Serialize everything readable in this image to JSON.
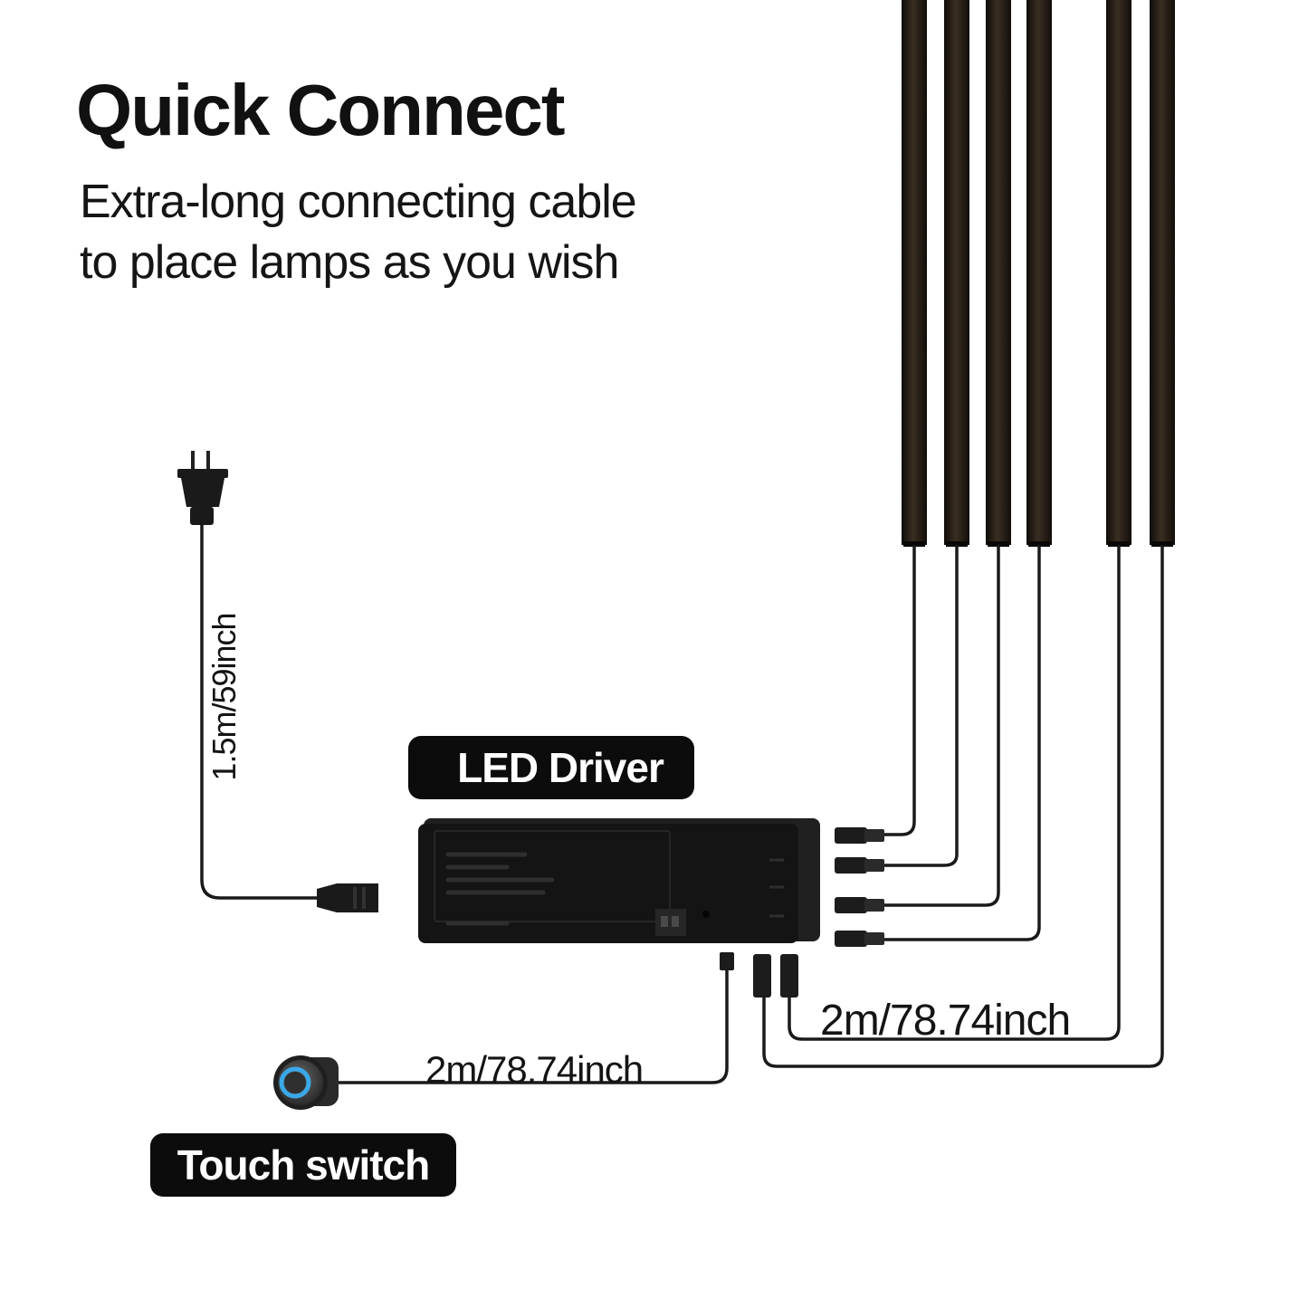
{
  "header": {
    "title": "Quick Connect",
    "subtitle": "Extra-long connecting cable to place lamps as you wish"
  },
  "labels": {
    "driver": "LED Driver",
    "switch": "Touch switch",
    "power_cable_length": "1.5m/59inch",
    "switch_cable_length": "2m/78.74inch",
    "lamp_cable_length": "2m/78.74inch"
  },
  "colors": {
    "cable": "#1a1a1a",
    "lamp_bar": "#2a2118",
    "driver_body": "#141414",
    "switch_ring": "#3aa8e8"
  }
}
